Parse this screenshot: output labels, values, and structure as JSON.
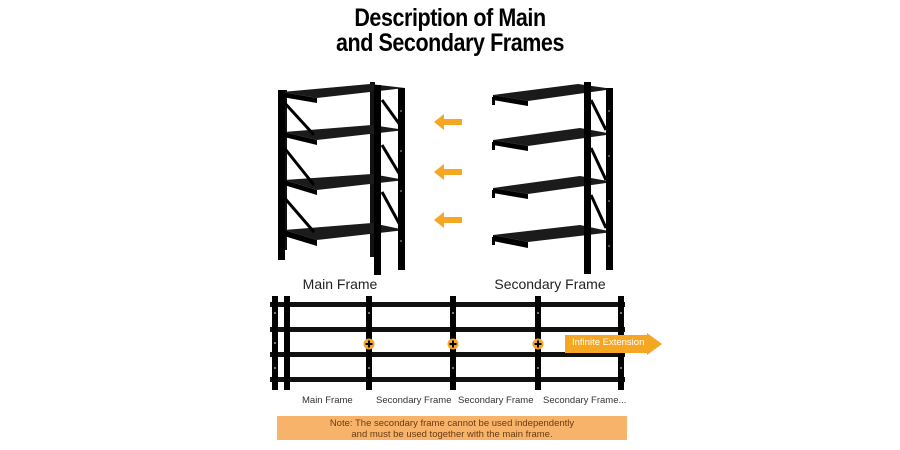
{
  "title": {
    "line1": "Description of Main",
    "line2": "and Secondary Frames"
  },
  "frames": {
    "main_caption": "Main Frame",
    "secondary_caption": "Secondary Frame"
  },
  "arrows": {
    "color": "#f5a623",
    "icon": "arrow-left-icon"
  },
  "combination": {
    "unit_labels": [
      "Main Frame",
      "Secondary Frame",
      "Secondary Frame",
      "Secondary Frame..."
    ],
    "extension_label": "Infinite Extension",
    "connector_icon": "plus-icon"
  },
  "note": {
    "line1": "Note: The secondary frame cannot be used independently",
    "line2": "and must be used together with the main frame.",
    "background": "#f7b36a"
  }
}
